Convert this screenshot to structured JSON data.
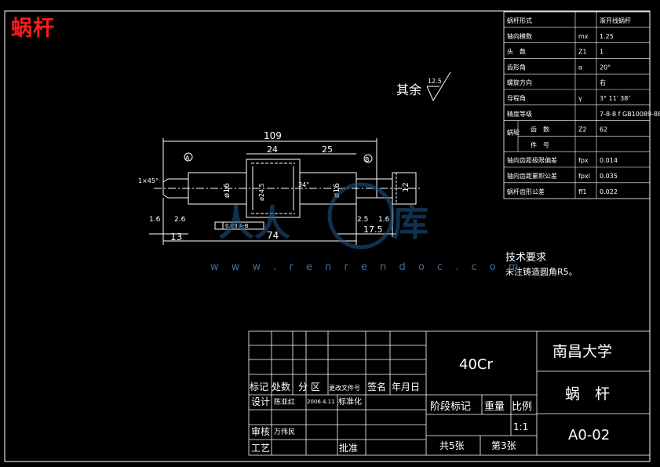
{
  "corner_title": "蜗杆",
  "surface_note": {
    "label": "其余",
    "roughness": "12.5"
  },
  "params_table": [
    {
      "name": "蜗杆形式",
      "symbol": "",
      "value": "渐开线蜗杆"
    },
    {
      "name": "轴向模数",
      "symbol": "mx",
      "value": "1.25"
    },
    {
      "name": "头　数",
      "symbol": "Z1",
      "value": "1"
    },
    {
      "name": "齿形角",
      "symbol": "α",
      "value": "20°"
    },
    {
      "name": "螺旋方向",
      "symbol": "",
      "value": "右"
    },
    {
      "name": "导程角",
      "symbol": "γ",
      "value": "3° 11′ 38″"
    },
    {
      "name": "精度等级",
      "symbol": "",
      "value": "7-8-8 f GB10089-88"
    },
    {
      "name": "齿　数",
      "symbol": "Z2",
      "value": "62",
      "group": "蜗轮"
    },
    {
      "name": "件　号",
      "symbol": "",
      "value": "",
      "group": "蜗轮"
    },
    {
      "name": "轴向齿距极限偏差",
      "symbol": "fpx",
      "value": "0.014"
    },
    {
      "name": "轴向齿距累积公差",
      "symbol": "fpxl",
      "value": "0.035"
    },
    {
      "name": "蜗杆齿形公差",
      "symbol": "ff1",
      "value": "0.022"
    }
  ],
  "params_group": "蜗轮",
  "dims": {
    "d109": "109",
    "d24": "24",
    "d25": "25",
    "d74": "74",
    "d13": "13",
    "d17_5": "17.5",
    "d1_6": "1.6",
    "d2_6": "2.6",
    "d2_5": "2.5",
    "d1_6b": "1.6",
    "chamfer": "1×45°",
    "phi16a": "ø16",
    "phi16b": "ø16",
    "phi12": "12",
    "phi_gear": "ø24.5",
    "angle": "34°",
    "tolerance": "0.03  A-B",
    "datumA": "A",
    "datumB": "B"
  },
  "tech_req": {
    "title": "技术要求",
    "note": "未注铸造圆角R5。"
  },
  "title_block": {
    "material": "40Cr",
    "university": "南昌大学",
    "part_name": "蜗　杆",
    "drawing_no": "A0-02",
    "scale": "1:1",
    "total_sheets": "共5张",
    "sheet_no": "第3张",
    "labels": {
      "mark": "标记",
      "count": "处数",
      "zone": "分 区",
      "doc": "更改文件号",
      "sign": "签名",
      "date": "年月日",
      "design": "设计",
      "designer": "陈亚红",
      "design_date": "2006.4.11",
      "std": "标准化",
      "review": "审核",
      "reviewer": "万伟民",
      "process": "工艺",
      "approve": "批准",
      "stage": "阶段标记",
      "weight": "重量",
      "ratio": "比例"
    }
  },
  "watermark": "w w w . r e n r e n d o c . c o m"
}
